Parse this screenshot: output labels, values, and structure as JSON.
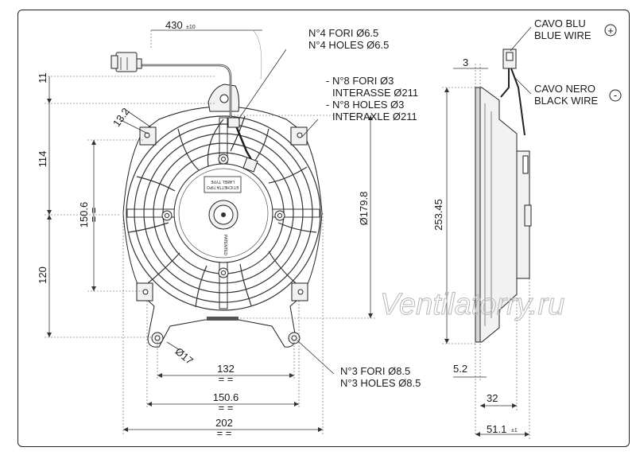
{
  "dimensions": {
    "cable_length": "430",
    "cable_tol": "±10",
    "top_offset": "11",
    "upper_h": "114",
    "center_h": "150.6",
    "center_eq": "= =",
    "lower_h": "120",
    "boss": "13.2",
    "diameter": "Ø179.8",
    "height": "253.45",
    "depth_top": "3",
    "foot_hole": "Ø17",
    "span1": "132",
    "span1_eq": "= =",
    "span2": "150.6",
    "span2_eq": "= =",
    "span3": "202",
    "span3_eq": "= =",
    "flange": "5.2",
    "depth_mid": "32",
    "depth_total": "51.1",
    "depth_tol": "±1"
  },
  "notes": {
    "holes4_it": "N°4 FORI Ø6.5",
    "holes4_en": "N°4 HOLES Ø6.5",
    "holes8_it_1": "- N°8 FORI Ø3",
    "holes8_it_2": "INTERASSE Ø211",
    "holes8_en_1": "- N°8 HOLES Ø3",
    "holes8_en_2": "INTERAXLE Ø211",
    "holes3_it": "N°3 FORI Ø8.5",
    "holes3_en": "N°3 HOLES Ø8.5",
    "wire_blue_it": "CAVO BLU",
    "wire_blue_en": "BLUE WIRE",
    "plus": "+",
    "wire_black_it": "CAVO NERO",
    "wire_black_en": "BLACK WIRE",
    "minus": "-"
  },
  "label": {
    "line1": "ETICHETTA TIPO",
    "line2": "LABEL TYPE",
    "patented": "PATENTED"
  },
  "watermark": "Ventilatorry.ru"
}
